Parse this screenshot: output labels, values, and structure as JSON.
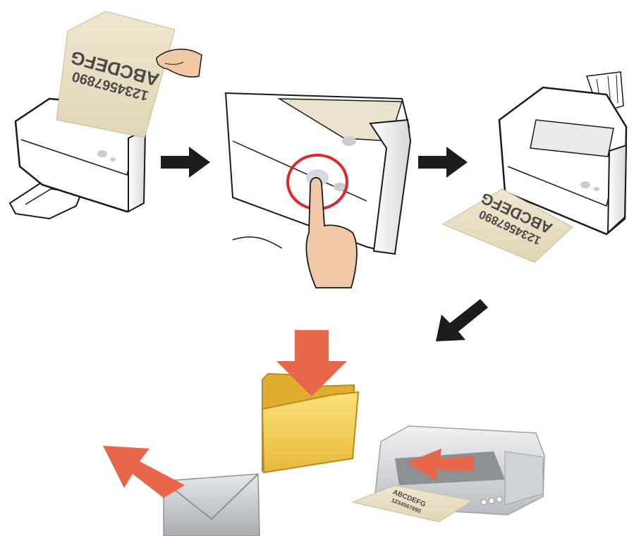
{
  "document": {
    "text_line1": "1234567890",
    "text_line2": "ABCDEFG"
  },
  "printout": {
    "text_line1": "ABCDEFG",
    "text_line2": "1234567890"
  },
  "colors": {
    "paper": "#ece3cc",
    "scanner_body": "#ffffff",
    "scanner_outline": "#1a1a1a",
    "flow_arrow": "#1c1c1c",
    "action_arrow": "#e8674a",
    "button_ring": "#e0262b",
    "skin": "#f1c9a6",
    "folder": "#f5d256",
    "envelope": "#bfc3c7",
    "printer": "#d9dbde"
  },
  "icons": [
    "scanner-icon",
    "hand-icon",
    "folder-icon",
    "envelope-icon",
    "printer-icon",
    "arrow-right-icon",
    "arrow-down-left-icon"
  ]
}
